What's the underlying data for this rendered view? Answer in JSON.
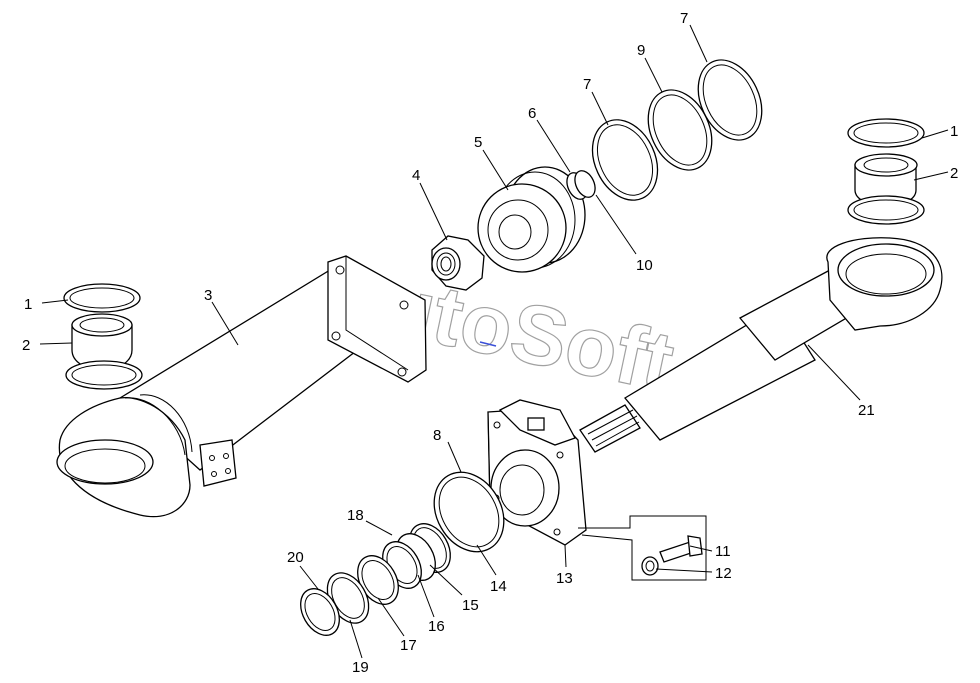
{
  "watermark": "AutoSoft",
  "colors": {
    "line": "#000000",
    "watermark": "#8a8a8a",
    "background": "#ffffff",
    "accent_mark": "#3a4fd8"
  },
  "callouts": [
    {
      "id": "c-1-left",
      "label": "1"
    },
    {
      "id": "c-2-left",
      "label": "2"
    },
    {
      "id": "c-3",
      "label": "3"
    },
    {
      "id": "c-4",
      "label": "4"
    },
    {
      "id": "c-5",
      "label": "5"
    },
    {
      "id": "c-6",
      "label": "6"
    },
    {
      "id": "c-7-a",
      "label": "7"
    },
    {
      "id": "c-9",
      "label": "9"
    },
    {
      "id": "c-7-b",
      "label": "7"
    },
    {
      "id": "c-10",
      "label": "10"
    },
    {
      "id": "c-1-right",
      "label": "1"
    },
    {
      "id": "c-2-right",
      "label": "2"
    },
    {
      "id": "c-21",
      "label": "21"
    },
    {
      "id": "c-8",
      "label": "8"
    },
    {
      "id": "c-14",
      "label": "14"
    },
    {
      "id": "c-13",
      "label": "13"
    },
    {
      "id": "c-11",
      "label": "11"
    },
    {
      "id": "c-12",
      "label": "12"
    },
    {
      "id": "c-18",
      "label": "18"
    },
    {
      "id": "c-15",
      "label": "15"
    },
    {
      "id": "c-16",
      "label": "16"
    },
    {
      "id": "c-20",
      "label": "20"
    },
    {
      "id": "c-17",
      "label": "17"
    },
    {
      "id": "c-19",
      "label": "19"
    }
  ]
}
